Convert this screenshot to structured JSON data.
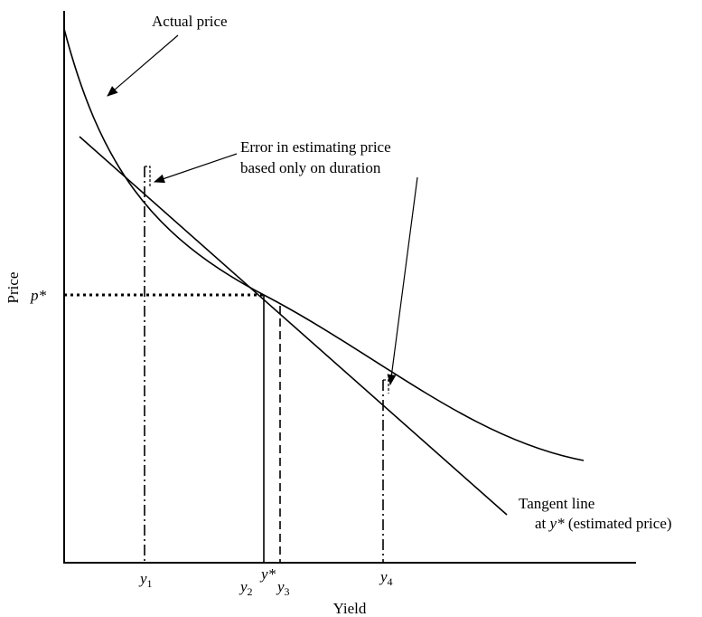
{
  "labels": {
    "actual_price": "Actual price",
    "error_line1": "Error in estimating price",
    "error_line2": "based only on duration",
    "tangent_line1": "Tangent line",
    "tangent_at": "at ",
    "tangent_ystar": "y*",
    "tangent_rest": " (estimated price)",
    "y_axis": "Price",
    "x_axis": "Yield",
    "p_star": "p*"
  },
  "x_ticks": {
    "y1": {
      "base": "y",
      "sub": "1"
    },
    "y2": {
      "base": "y",
      "sub": "2"
    },
    "ystar": {
      "base": "y*"
    },
    "y3": {
      "base": "y",
      "sub": "3"
    },
    "y4": {
      "base": "y",
      "sub": "4"
    }
  }
}
